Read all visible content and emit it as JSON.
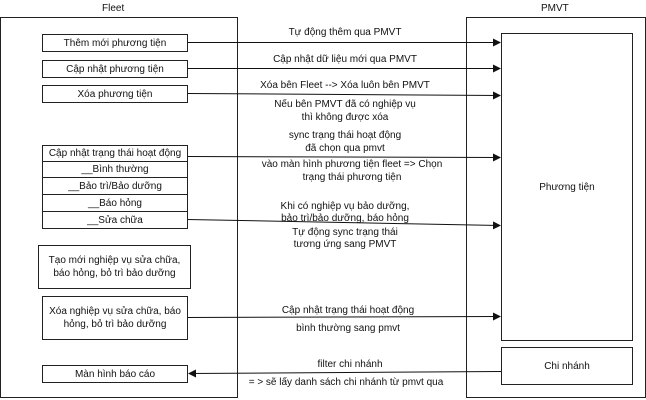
{
  "fleet": {
    "title": "Fleet",
    "items": {
      "add_vehicle": "Thêm mới phương tiện",
      "update_vehicle": "Cập nhật phương tiện",
      "delete_vehicle": "Xóa phương tiện",
      "update_status": "Cập nhật trạng thái hoạt động",
      "status_options": [
        "__Bình thường",
        "__Bảo trì/Bảo dưỡng",
        "__Báo hỏng",
        "__Sửa chữa"
      ],
      "create_task": "Tạo mới nghiệp vụ sửa chữa, báo hỏng, bỏ trì bảo dưỡng",
      "delete_task": "Xóa nghiệp vụ sửa chữa, báo hỏng, bỏ trì bảo dưỡng",
      "report_screen": "Màn hình báo cáo"
    }
  },
  "pmvt": {
    "title": "PMVT",
    "vehicle": "Phương tiện",
    "branch": "Chi nhánh"
  },
  "edges": {
    "add": "Tự động thêm qua PMVT",
    "update": "Cập nhật dữ liệu mới qua PMVT",
    "delete": "Xóa bên Fleet --> Xóa luôn bên PMVT",
    "delete_note_1": "Nếu bên PMVT đã có nghiệp vụ",
    "delete_note_2": "thì không được xóa",
    "status_1": "sync trạng thái hoạt động",
    "status_2": "đã chọn qua pmvt",
    "status_3": "vào màn hình phương tiện fleet => Chọn",
    "status_4": "trạng thái phương tiện",
    "task_1": "Khi có nghiệp vụ bảo dưỡng,",
    "task_2": "bảo trì/bảo dưỡng, báo hỏng",
    "task_3": "Tự động sync trạng thái",
    "task_4": "tương ứng sang PMVT",
    "delete_task_1": "Cập nhật trạng thái hoạt động",
    "delete_task_2": "bình thường sang pmvt",
    "branch_1": "filter chi nhánh",
    "branch_2": "= > sẽ lấy danh sách chi nhánh từ pmvt qua"
  }
}
